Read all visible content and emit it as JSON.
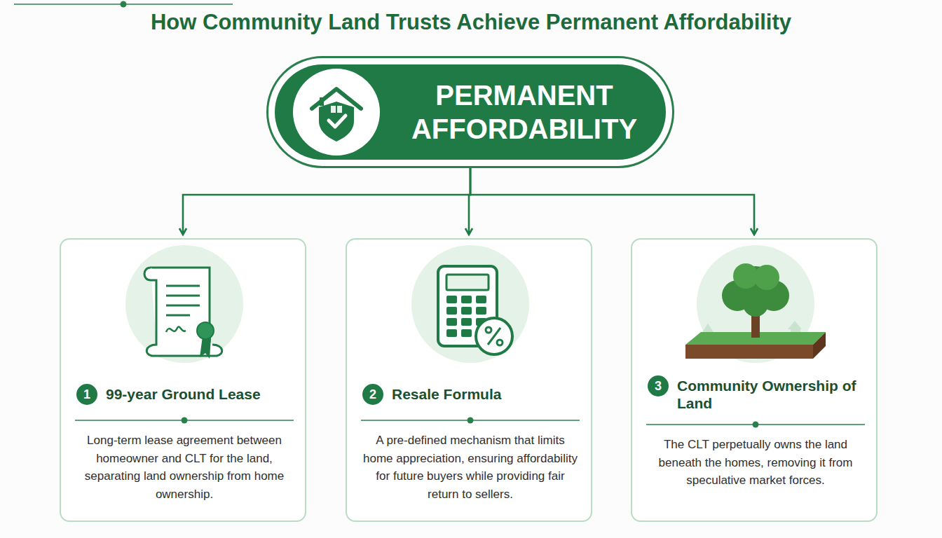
{
  "diagram": {
    "title": "How Community Land Trusts Achieve Permanent Affordability",
    "nodes": [
      {
        "text": [
          "PERMANENT AFFORDABILITY"
        ]
      },
      {
        "text": [
          "99-year Ground Lease",
          "Long-term lease agreement between homeowner and CLT for the land, separating land ownership from home ownership."
        ]
      },
      {
        "text": [
          "1"
        ],
        "in": 1
      },
      {
        "text": [
          "Resale Formula",
          "A pre-defined mechanism that limits home appreciation, ensuring affordability for future buyers while providing fair return to sellers."
        ]
      },
      {
        "text": [
          "2"
        ],
        "in": 3
      },
      {
        "text": [
          "Community Ownership of Land",
          "The CLT perpetually owns the land beneath the homes, removing it from speculative market forces."
        ]
      },
      {
        "text": [
          "3"
        ],
        "in": 5
      }
    ],
    "edges": [
      {
        "from": 0,
        "to": 1,
        "arrow": "to"
      },
      {
        "from": 0,
        "to": 3,
        "arrow": "to"
      },
      {
        "from": 0,
        "to": 5,
        "arrow": "to"
      }
    ]
  }
}
